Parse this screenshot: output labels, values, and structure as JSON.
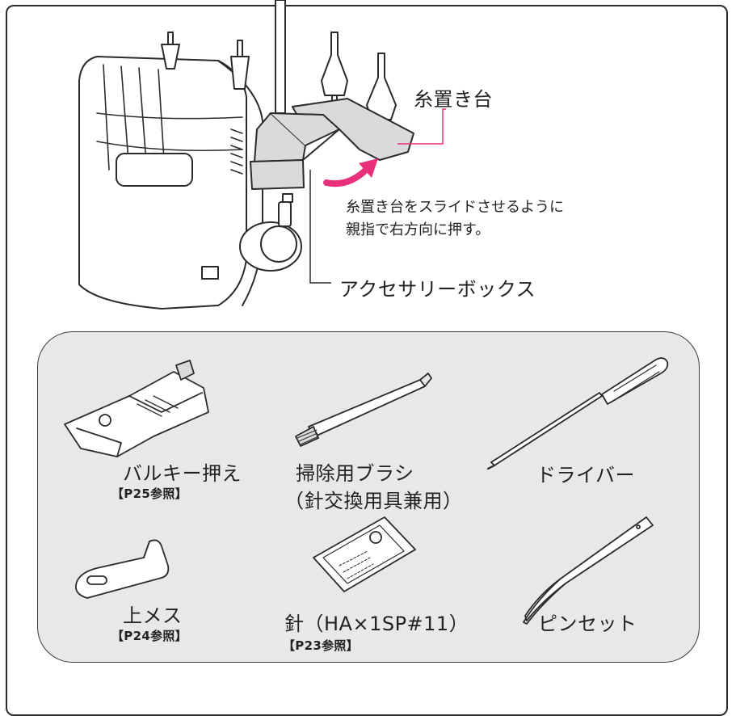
{
  "top_section": {
    "thread_stand_label": "糸置き台",
    "instruction": {
      "line1": "糸置き台をスライドさせるように",
      "line2": "親指で右方向に押す。"
    },
    "accessory_box_label": "アクセサリーボックス"
  },
  "accessories": [
    {
      "name": "バルキー押え",
      "ref": "【P25参照】",
      "icon": "bulky-presser-foot-icon"
    },
    {
      "name_line1": "掃除用ブラシ",
      "name_line2": "（針交換用具兼用）",
      "icon": "cleaning-brush-icon"
    },
    {
      "name": "ドライバー",
      "icon": "screwdriver-icon"
    },
    {
      "name": "上メス",
      "ref": "【P24参照】",
      "icon": "upper-knife-icon"
    },
    {
      "name": "針（HA×1SP#11）",
      "ref": "【P23参照】",
      "icon": "needle-pack-icon"
    },
    {
      "name": "ピンセット",
      "icon": "tweezers-icon"
    }
  ],
  "colors": {
    "accent": "#e8317a",
    "tray": "#e7e8e9",
    "box": "#d9dadb",
    "line": "#2b2b2b"
  }
}
